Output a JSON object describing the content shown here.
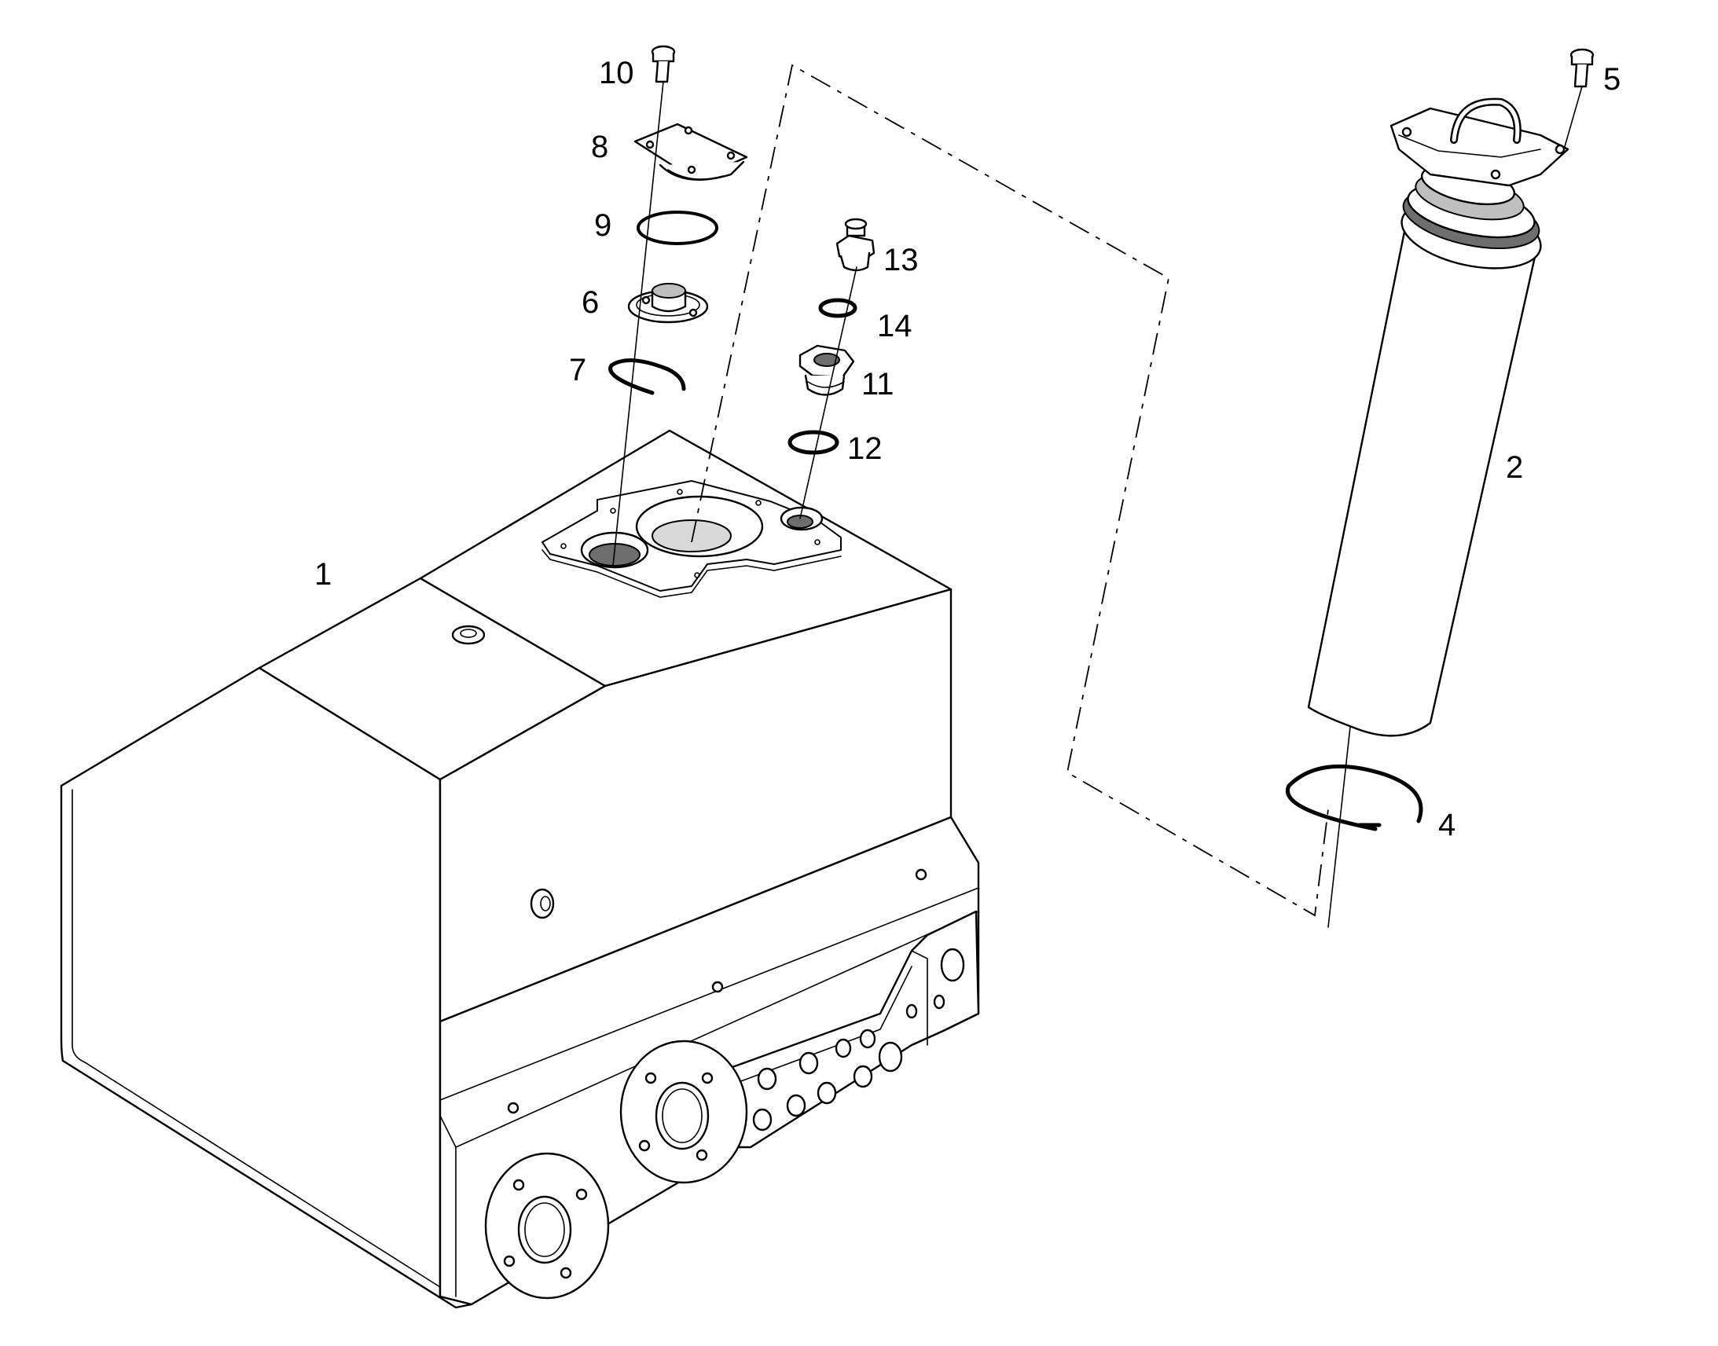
{
  "diagram": {
    "type": "exploded-parts-drawing",
    "callouts": [
      {
        "id": "1",
        "text": "1"
      },
      {
        "id": "2",
        "text": "2"
      },
      {
        "id": "4",
        "text": "4"
      },
      {
        "id": "5",
        "text": "5"
      },
      {
        "id": "6",
        "text": "6"
      },
      {
        "id": "7",
        "text": "7"
      },
      {
        "id": "8",
        "text": "8"
      },
      {
        "id": "9",
        "text": "9"
      },
      {
        "id": "10",
        "text": "10"
      },
      {
        "id": "11",
        "text": "11"
      },
      {
        "id": "12",
        "text": "12"
      },
      {
        "id": "13",
        "text": "13"
      },
      {
        "id": "14",
        "text": "14"
      }
    ]
  }
}
